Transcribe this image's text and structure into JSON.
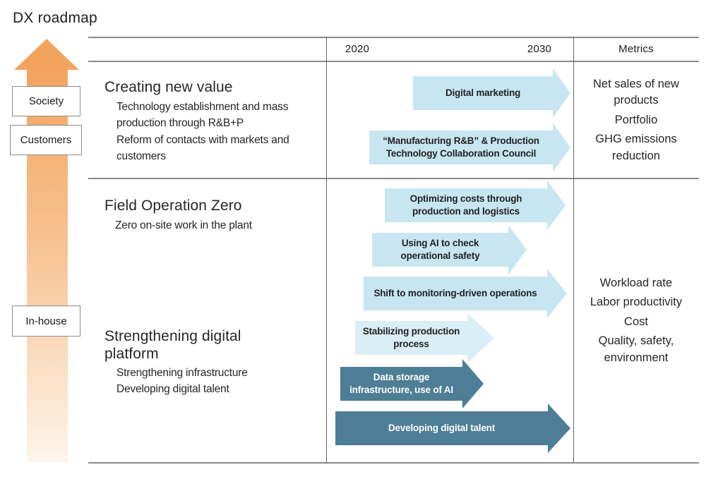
{
  "title": "DX roadmap",
  "flow_axis": {
    "labels": [
      "Society",
      "Customers",
      "In-house"
    ]
  },
  "header": {
    "year_start": "2020",
    "year_end": "2030",
    "metrics_label": "Metrics"
  },
  "sections": [
    {
      "heading": "Creating new value",
      "description": [
        "Technology establishment and mass production through R&B+P",
        "Reform of contacts with markets and customers"
      ],
      "metrics": [
        "Net sales of new products",
        "Portfolio",
        "GHG emissions reduction"
      ]
    },
    {
      "heading": "Field Operation Zero",
      "description": [
        "Zero on-site work in the plant"
      ],
      "metrics": [
        "Workload rate",
        "Labor productivity",
        "Cost",
        "Quality, safety, environment"
      ]
    },
    {
      "heading": "Strengthening digital platform",
      "description": [
        "Strengthening infrastructure",
        "Developing digital talent"
      ],
      "metrics": []
    }
  ],
  "arrows": [
    {
      "label": "Digital marketing",
      "style": "light"
    },
    {
      "label": "“Manufacturing R&B” & Production Technology Collaboration Council",
      "style": "light"
    },
    {
      "label": "Optimizing costs through production and logistics",
      "style": "light"
    },
    {
      "label": "Using AI to check operational safety",
      "style": "light"
    },
    {
      "label": "Shift to monitoring-driven operations",
      "style": "light"
    },
    {
      "label": "Stabilizing production process",
      "style": "pale"
    },
    {
      "label": "Data storage infrastructure, use of AI",
      "style": "dark"
    },
    {
      "label": "Developing digital talent",
      "style": "dark"
    }
  ],
  "colors": {
    "orange": "#F2A45F",
    "light_blue": "#C8E6F2",
    "pale_blue": "#DAEEF7",
    "teal": "#4D7E95",
    "line_gray": "#8A8A8A",
    "text": "#222222"
  }
}
